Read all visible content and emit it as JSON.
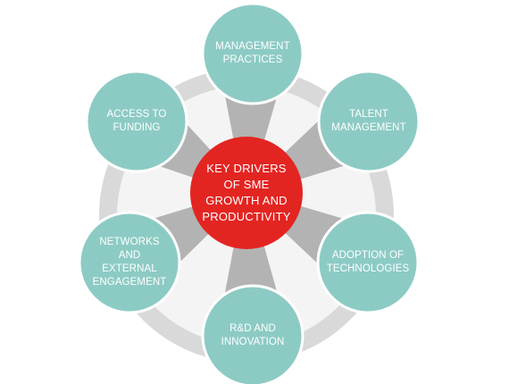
{
  "colors": {
    "outer_ring": "#d9d9d9",
    "inner_disc": "#f4f4f4",
    "spoke": "#b3b3b3",
    "node_fill": "#8ccbc4",
    "node_stroke": "#ffffff",
    "center_fill": "#e32522",
    "label_text": "#ffffff"
  },
  "center": {
    "label": "KEY DRIVERS\nOF SME\nGROWTH AND\nPRODUCTIVITY"
  },
  "nodes": [
    {
      "id": "management-practices",
      "label": "MANAGEMENT\nPRACTICES"
    },
    {
      "id": "talent-management",
      "label": "TALENT\nMANAGEMENT"
    },
    {
      "id": "adoption-of-technologies",
      "label": "ADOPTION OF\nTECHNOLOGIES"
    },
    {
      "id": "rd-and-innovation",
      "label": "R&D AND\nINNOVATION"
    },
    {
      "id": "networks-and-external-engagement",
      "label": "NETWORKS\nAND\nEXTERNAL\nENGAGEMENT"
    },
    {
      "id": "access-to-funding",
      "label": "ACCESS TO\nFUNDING"
    }
  ]
}
